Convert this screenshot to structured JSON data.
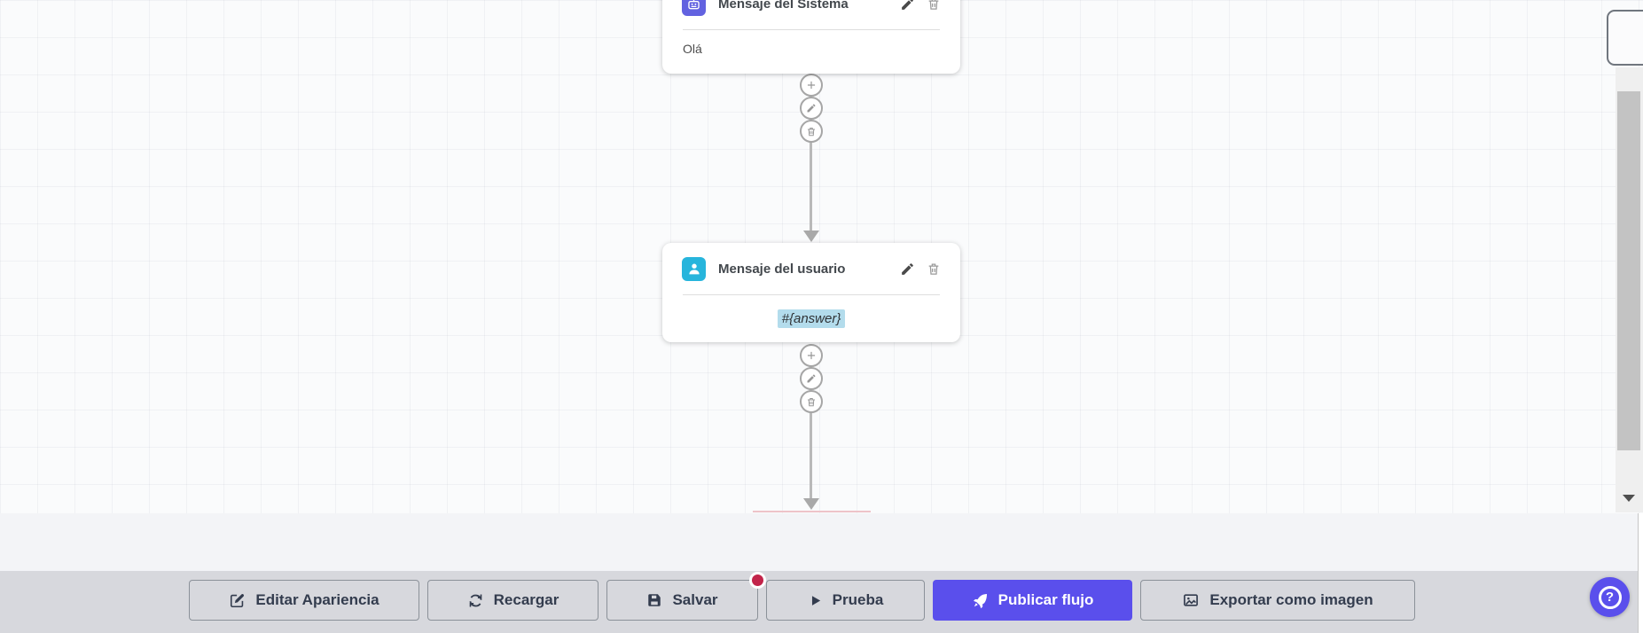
{
  "flow": {
    "nodes": [
      {
        "title": "Mensaje del Sistema",
        "body": "Olá",
        "icon": "robot-icon"
      },
      {
        "title": "Mensaje del usuario",
        "body": "#{answer}",
        "icon": "user-icon"
      }
    ],
    "connector_actions": [
      "add",
      "edit",
      "delete"
    ]
  },
  "toolbar": {
    "buttons": [
      {
        "label": "Editar Apariencia",
        "icon": "edit-icon"
      },
      {
        "label": "Recargar",
        "icon": "refresh-icon"
      },
      {
        "label": "Salvar",
        "icon": "save-icon",
        "unsaved_badge": true
      },
      {
        "label": "Prueba",
        "icon": "play-icon"
      },
      {
        "label": "Publicar flujo",
        "icon": "rocket-icon",
        "primary": true
      },
      {
        "label": "Exportar como imagen",
        "icon": "image-icon"
      }
    ]
  },
  "help": {
    "symbol": "?"
  },
  "colors": {
    "accent": "#5a4fec",
    "system_node_icon": "#6262e0",
    "user_node_icon": "#27b5dc",
    "unsaved_badge": "#c2244a",
    "answer_highlight": "#b3dcec"
  }
}
